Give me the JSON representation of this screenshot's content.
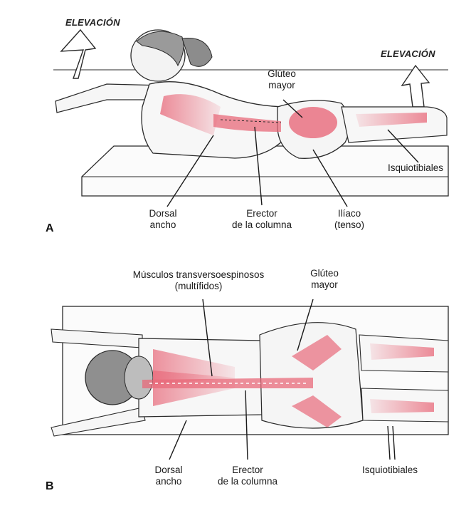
{
  "panel_a": {
    "letter": "A",
    "elevation_left": "ELEVACIÓN",
    "elevation_right": "ELEVACIÓN",
    "labels": {
      "gluteo": [
        "Glúteo",
        "mayor"
      ],
      "isquiotibiales": "Isquiotibiales",
      "dorsal": [
        "Dorsal",
        "ancho"
      ],
      "erector": [
        "Erector",
        "de la columna"
      ],
      "iliaco": [
        "Ilíaco",
        "(tenso)"
      ]
    }
  },
  "panel_b": {
    "letter": "B",
    "labels": {
      "musculos": [
        "Músculos transversoespinosos",
        "(multífidos)"
      ],
      "gluteo": [
        "Glúteo",
        "mayor"
      ],
      "dorsal": [
        "Dorsal",
        "ancho"
      ],
      "erector": [
        "Erector",
        "de la columna"
      ],
      "isquiotibiales": "Isquiotibiales"
    }
  },
  "colors": {
    "muscle": "#e8697a",
    "outline": "#2a2a2a",
    "skin": "#f4f4f4"
  }
}
